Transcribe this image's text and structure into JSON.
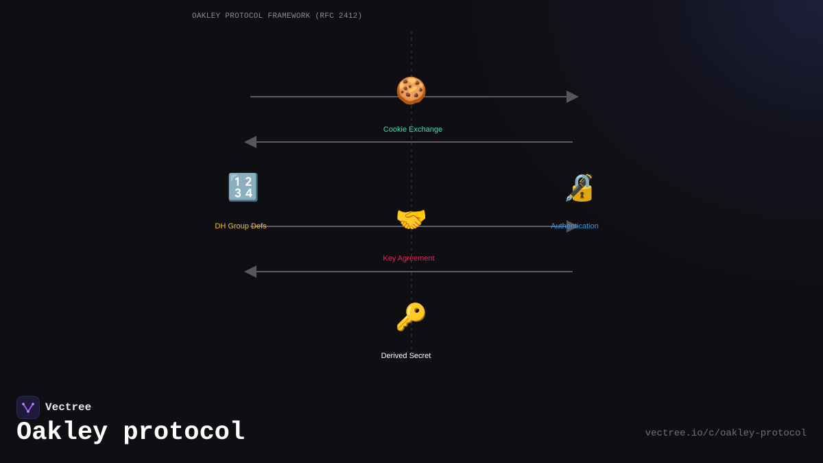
{
  "framework_title": "OAKLEY PROTOCOL FRAMEWORK (RFC 2412)",
  "nodes": [
    {
      "id": "cookie",
      "icon": "cookie-icon",
      "glyph": "🍪",
      "label": "Cookie Exchange",
      "color": "#2ee6a6"
    },
    {
      "id": "dh",
      "icon": "numbers-icon",
      "glyph": "🔢",
      "label": "DH Group Defs",
      "color": "#f2c230"
    },
    {
      "id": "auth",
      "icon": "lock-with-pen-icon",
      "glyph": "🔏",
      "label": "Authentication",
      "color": "#2f9bf0"
    },
    {
      "id": "key-agreement",
      "icon": "handshake-icon",
      "glyph": "🤝",
      "label": "Key Agreement",
      "color": "#e8255a"
    },
    {
      "id": "derived",
      "icon": "key-icon",
      "glyph": "🔑",
      "label": "Derived Secret",
      "color": "#ffffff"
    }
  ],
  "arrows": [
    {
      "id": "cookie-request",
      "direction": "right"
    },
    {
      "id": "cookie-response",
      "direction": "left"
    },
    {
      "id": "key-request",
      "direction": "right"
    },
    {
      "id": "key-response",
      "direction": "left"
    }
  ],
  "brand": {
    "name": "Vectree",
    "logo": "vectree-logo-icon",
    "accent": "#a05cf0"
  },
  "title": "Oakley protocol",
  "url": "vectree.io/c/oakley-protocol"
}
